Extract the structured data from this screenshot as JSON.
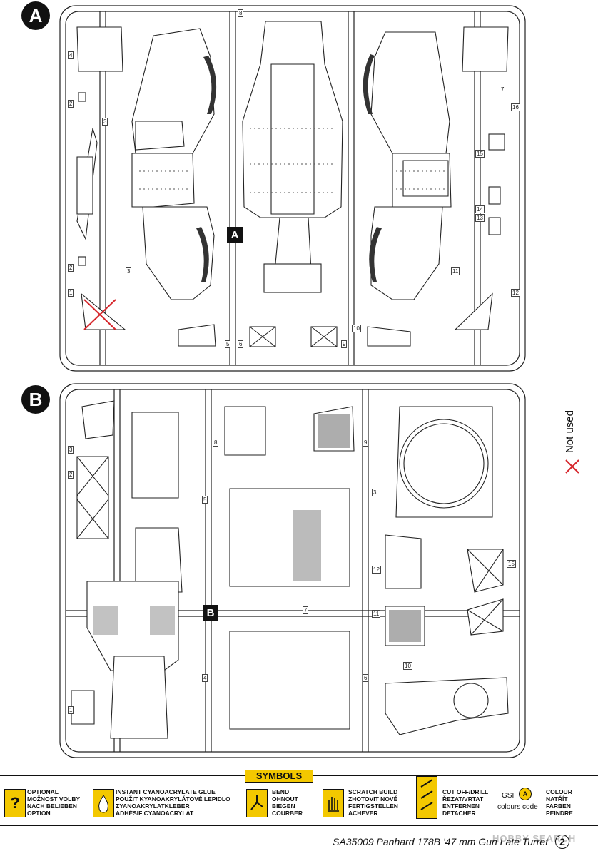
{
  "sprues": {
    "a": {
      "label": "A",
      "frame_tag": "A",
      "part_numbers": [
        "4",
        "2",
        "3",
        "1",
        "2",
        "3",
        "5",
        "6",
        "7",
        "8",
        "9",
        "10",
        "11",
        "12",
        "13",
        "14",
        "15",
        "16"
      ]
    },
    "b": {
      "label": "B",
      "frame_tag": "B",
      "part_numbers": [
        "3",
        "2",
        "1",
        "4",
        "5",
        "6",
        "7",
        "8",
        "9",
        "3",
        "10",
        "11",
        "12",
        "15"
      ]
    }
  },
  "not_used": {
    "text": "Not used",
    "icon": "red-cross-icon",
    "color": "#d6262b"
  },
  "symbols": {
    "title": "SYMBOLS",
    "accent_color": "#f3c800",
    "items": [
      {
        "icon": "question-icon",
        "lines": [
          "OPTIONAL",
          "MOŽNOST VOLBY",
          "NACH BELIEBEN",
          "OPTION"
        ]
      },
      {
        "icon": "glue-drop-icon",
        "lines": [
          "INSTANT CYANOACRYLATE GLUE",
          "POUŽIT KYANOAKRYLÁTOVÉ LEPIDLO",
          "ZYANOAKRYLATKLEBER",
          "ADHÉSIF CYANOACRYLAT"
        ]
      },
      {
        "icon": "bend-icon",
        "lines": [
          "BEND",
          "OHNOUT",
          "BIEGEN",
          "COURBER"
        ]
      },
      {
        "icon": "hand-icon",
        "lines": [
          "SCRATCH BUILD",
          "ZHOTOVIT NOVÉ",
          "FERTIGSTELLEN",
          "ACHEVER"
        ]
      },
      {
        "icon": "cut-off-icon",
        "lines": [
          "CUT OFF/DRILL",
          "ŘEZAT/VRTAT",
          "ENTFERNEN",
          "DETACHER"
        ]
      },
      {
        "icon": "gsi-colour-icon",
        "lines": [
          "GSI",
          "colours code"
        ]
      },
      {
        "icon": "colour-icon",
        "lines": [
          "COLOUR",
          "NATŘÍT",
          "FARBEN",
          "PEINDRE"
        ]
      }
    ]
  },
  "footer": {
    "title": "SA35009 Panhard 178B '47 mm Gun Late Turret",
    "page": "2"
  },
  "watermark": "HOBBY SEARCH"
}
